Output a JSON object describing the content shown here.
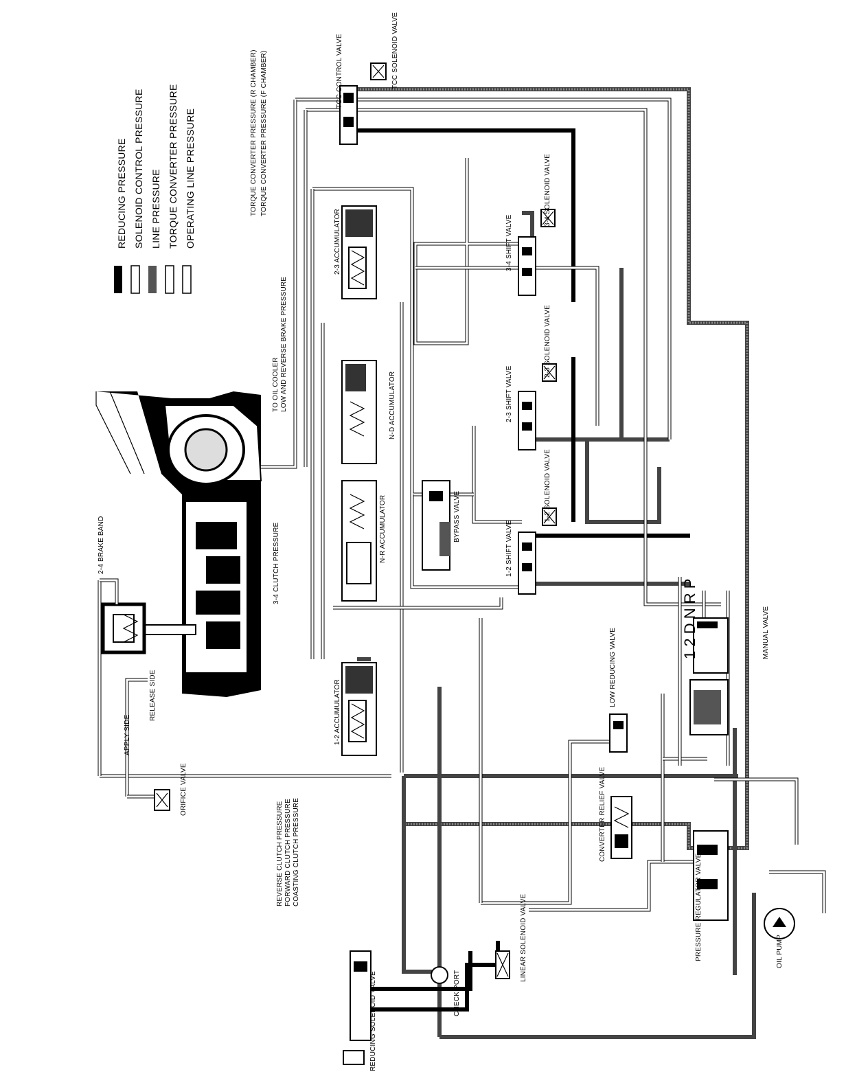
{
  "legend": [
    {
      "label": "REDUCING PRESSURE",
      "swatch": "solid"
    },
    {
      "label": "SOLENOID CONTROL PRESSURE",
      "swatch": "hollow"
    },
    {
      "label": "LINE PRESSURE",
      "swatch": "hatched"
    },
    {
      "label": "TORQUE CONVERTER PRESSURE",
      "swatch": "hollow"
    },
    {
      "label": "OPERATING LINE PRESSURE",
      "swatch": "hollow"
    }
  ],
  "labels": {
    "tcc_control_valve": "TCC CONTROL VALVE",
    "tcc_solenoid_valve": "TCC SOLENOID VALVE",
    "tc_pressure_r": "TORQUE CONVERTER PRESSURE (R CHAMBER)",
    "tc_pressure_f": "TORQUE CONVERTER PRESSURE (F CHAMBER)",
    "acc_2_3": "2-3 ACCUMULATOR",
    "shift_3_4": "3-4 SHIFT VALVE",
    "sol_3_4": "3-4 SOLENOID VALVE",
    "to_oil_cooler": "TO OIL COOLER",
    "low_rev_brake": "LOW AND REVERSE BRAKE PRESSURE",
    "nd_accumulator": "N-D ACCUMULATOR",
    "shift_2_3": "2-3 SHIFT VALVE",
    "sol_2_3": "2-3 SOLENOID VALVE",
    "nr_accumulator": "N-R ACCUMULATOR",
    "bypass_valve": "BYPASS VALVE",
    "shift_1_2": "1-2 SHIFT VALVE",
    "sol_1_2": "1-2 SOLENOID VALVE",
    "brake_band": "2-4 BRAKE BAND",
    "clutch_3_4": "3-4 CLUTCH PRESSURE",
    "gear_positions": "1 2 D N R P",
    "manual_valve": "MANUAL VALVE",
    "low_reducing": "LOW REDUCING VALVE",
    "apply_side": "APPLY SIDE",
    "release_side": "RELEASE SIDE",
    "acc_1_2": "1-2 ACCUMULATOR",
    "orifice_valve": "ORIFICE VALVE",
    "reverse_clutch": "REVERSE CLUTCH PRESSURE",
    "forward_clutch": "FORWARD CLUTCH PRESSURE",
    "coasting_clutch": "COASTING CLUTCH PRESSURE",
    "check_port": "CHECK PORT",
    "converter_relief": "CONVERTER RELIEF VALVE",
    "pressure_regulator": "PRESSURE REGULATOR VALVE",
    "oil_pump": "OIL PUMP",
    "linear_solenoid": "LINEAR SOLENOID VALVE",
    "reducing_solenoid": "REDUCING SOLENOID VALVE"
  }
}
